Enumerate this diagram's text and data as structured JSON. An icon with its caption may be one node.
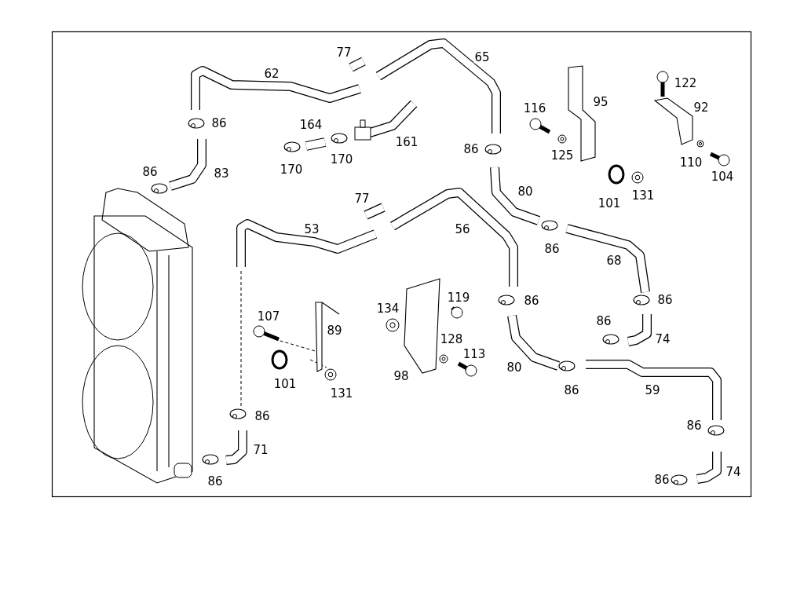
{
  "diagram": {
    "labels": [
      "77",
      "65",
      "62",
      "122",
      "95",
      "116",
      "92",
      "86",
      "164",
      "161",
      "86",
      "125",
      "170",
      "170",
      "110",
      "86",
      "83",
      "104",
      "80",
      "131",
      "101",
      "77",
      "53",
      "56",
      "86",
      "68",
      "119",
      "86",
      "86",
      "134",
      "107",
      "86",
      "89",
      "128",
      "74",
      "113",
      "80",
      "101",
      "98",
      "131",
      "86",
      "59",
      "86",
      "86",
      "71",
      "74",
      "86",
      "86"
    ]
  }
}
